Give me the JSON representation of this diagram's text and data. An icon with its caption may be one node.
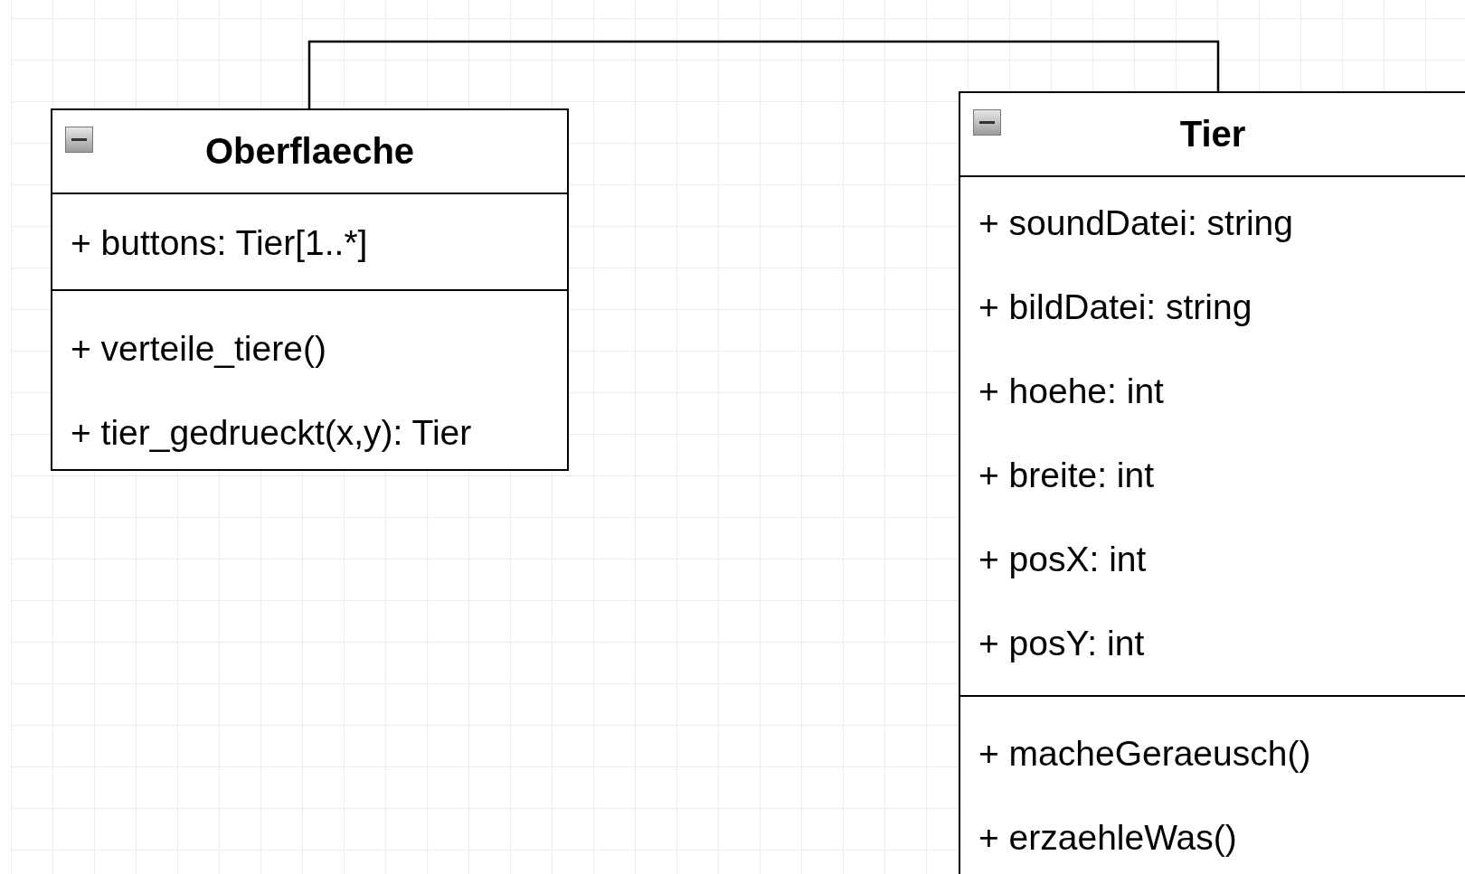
{
  "diagram": {
    "nodes": [
      {
        "text": [
          "Oberflaeche",
          "+ buttons: Tier[1..*]",
          "+ verteile_tiere()",
          "+ tier_gedrueckt(x,y): Tier"
        ]
      },
      {
        "text": [
          "Tier",
          "+ soundDatei: string",
          "+ bildDatei: string",
          "+ hoehe: int",
          "+ breite: int",
          "+ posX: int",
          "+ posY: int",
          "+ macheGeraeusch()",
          "+ erzaehleWas()"
        ]
      }
    ],
    "edges": [
      {
        "from": 0,
        "to": 1,
        "arrow": "none"
      }
    ]
  }
}
